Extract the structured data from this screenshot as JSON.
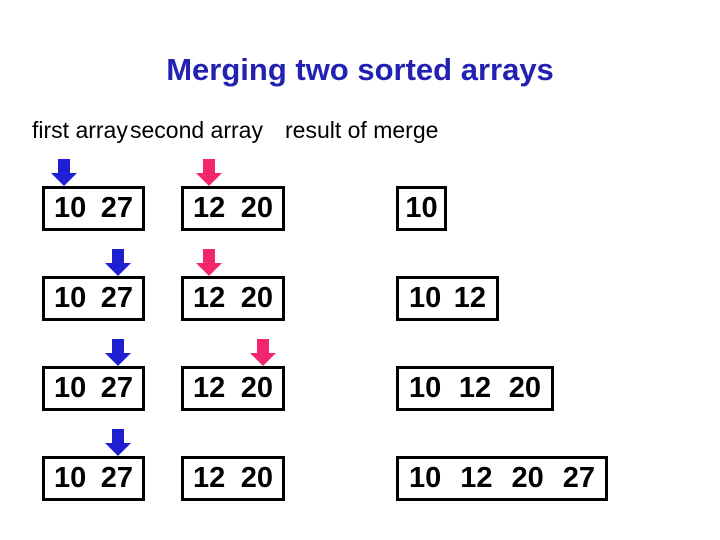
{
  "slide": {
    "title": "Merging two sorted arrays",
    "column_headers": [
      {
        "label": "first array"
      },
      {
        "label": "second array"
      },
      {
        "label": "result of merge"
      }
    ]
  },
  "colors": {
    "title_blue": "#2222b2",
    "first_array_arrow_blue": "#1f1fd2",
    "second_array_arrow_pink": "#f2256e",
    "box_border_black": "#000000",
    "background_white": "#ffffff"
  },
  "rows": [
    {
      "first": {
        "values": [
          "10",
          "27"
        ],
        "arrow_points_to_index": 0
      },
      "second": {
        "values": [
          "12",
          "20"
        ],
        "arrow_points_to_index": 0
      },
      "result": {
        "values": [
          "10"
        ]
      }
    },
    {
      "first": {
        "values": [
          "10",
          "27"
        ],
        "arrow_points_to_index": 1
      },
      "second": {
        "values": [
          "12",
          "20"
        ],
        "arrow_points_to_index": 0
      },
      "result": {
        "values": [
          "10",
          "12"
        ]
      }
    },
    {
      "first": {
        "values": [
          "10",
          "27"
        ],
        "arrow_points_to_index": 1
      },
      "second": {
        "values": [
          "12",
          "20"
        ],
        "arrow_points_to_index": 1
      },
      "result": {
        "values": [
          "10",
          "12",
          "20"
        ]
      }
    },
    {
      "first": {
        "values": [
          "10",
          "27"
        ],
        "arrow_points_to_index": 1
      },
      "second": {
        "values": [
          "12",
          "20"
        ],
        "arrow_points_to_index": null
      },
      "result": {
        "values": [
          "10",
          "12",
          "20",
          "27"
        ]
      }
    }
  ]
}
